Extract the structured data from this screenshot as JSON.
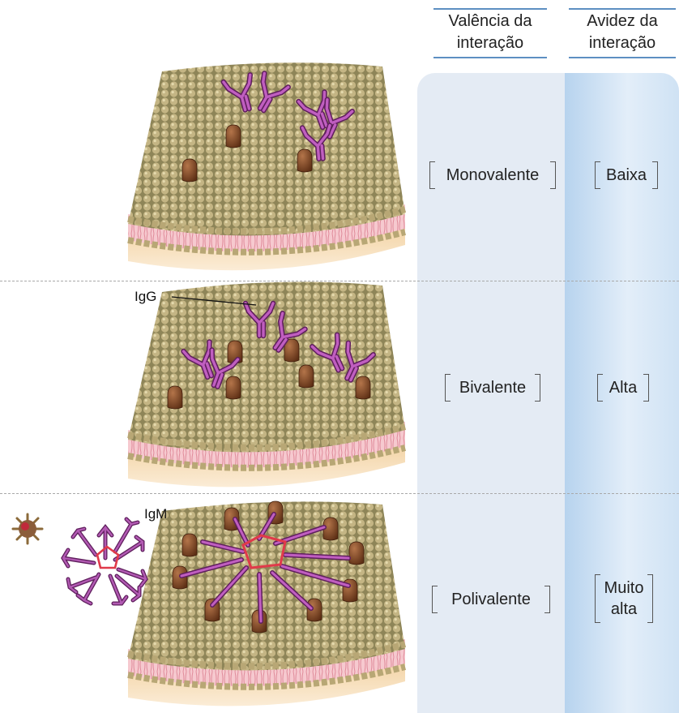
{
  "headers": {
    "valence": [
      "Valência da",
      "interação"
    ],
    "avidity": [
      "Avidez da",
      "interação"
    ]
  },
  "rows": [
    {
      "valence": "Monovalente",
      "avidity": [
        "Baixa"
      ]
    },
    {
      "valence": "Bivalente",
      "avidity": [
        "Alta"
      ]
    },
    {
      "valence": "Polivalente",
      "avidity": [
        "Muito",
        "alta"
      ]
    }
  ],
  "annotations": {
    "igg": "IgG",
    "igm": "IgM"
  },
  "colors": {
    "membrane_surface": "#a79d72",
    "lipid_head": "#c9b98a",
    "bilayer": "#f2b6c0",
    "antibody": "#9b3c96",
    "antigen": "#6b3a1d",
    "igm_center": "#e03a4a",
    "column_valence": "#e4ebf4",
    "column_avidity": "#c4dcf1"
  }
}
